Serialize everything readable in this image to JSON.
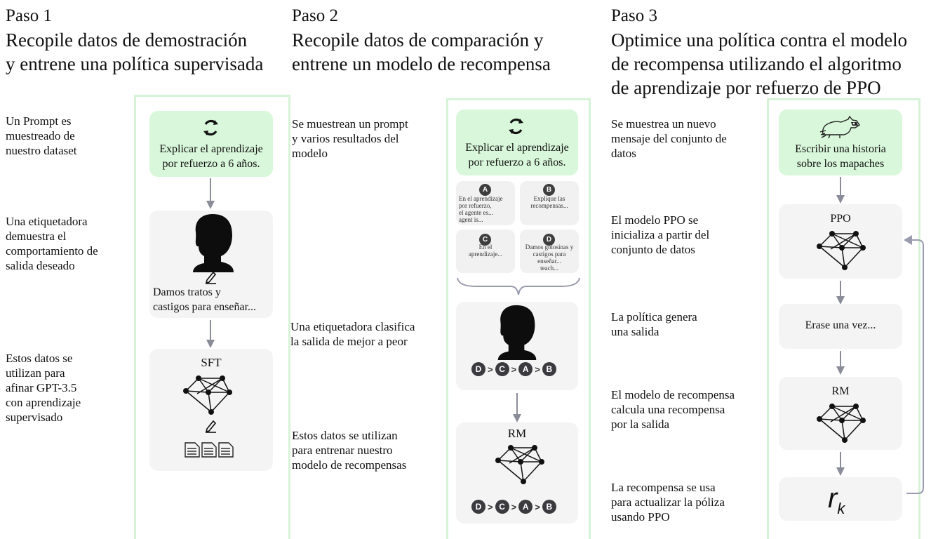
{
  "colors": {
    "frame": "#d6f3d8",
    "prompt_card": "#d9f7da",
    "card": "#f4f4f4",
    "arrow": "#8a8c98",
    "badge": "#3b3b3f"
  },
  "step1": {
    "label": "Paso 1",
    "title_line1": "Recopile datos de demostración",
    "title_line2": "y entrene una política supervisada",
    "desc1": "Un Prompt es\nmuestreado de\nnuestro  dataset",
    "desc2": "Una etiquetadora\ndemuestra el\ncomportamiento de\nsalida deseado",
    "desc3": "Estos datos se\nutilizan para\nafinar GPT-3.5\ncon aprendizaje\nsupervisado",
    "prompt_text": "Explicar el aprendizaje\npor refuerzo a 6 años.",
    "demo_text": "Damos tratos y\ncastigos para enseñar...",
    "model_label": "SFT",
    "icons": [
      "refresh-icon",
      "person-silhouette-icon",
      "pencil-icon",
      "network-icon",
      "document-icon"
    ]
  },
  "step2": {
    "label": "Paso 2",
    "title_line1": "Recopile datos de comparación y",
    "title_line2": "entrene un modelo de recompensa",
    "desc1": "Se muestrean un prompt\ny varios resultados del\n modelo",
    "desc2": "Una etiquetadora clasifica\nla salida de mejor a peor",
    "desc3": "Estos datos se utilizan\npara entrenar nuestro\nmodelo de recompensas",
    "prompt_text": "Explicar el aprendizaje\npor refuerzo a 6 años.",
    "outputs": [
      {
        "letter": "A",
        "text": "En el aprendizaje\npor refuerzo,\nel agente es...\nagent is..."
      },
      {
        "letter": "B",
        "text": "Explique las\nrecompensas..."
      },
      {
        "letter": "C",
        "text": "En el\naprendizaje..."
      },
      {
        "letter": "D",
        "text": "Damos golosinas y\ncastigos para\nenseñar...\nteach..."
      }
    ],
    "ranking": [
      "D",
      "C",
      "A",
      "B"
    ],
    "rank_separator": ">",
    "model_label": "RM"
  },
  "step3": {
    "label": "Paso 3",
    "title_line1": "Optimice una política contra el modelo",
    "title_line2": "de recompensa utilizando el algoritmo",
    "title_line3": "de aprendizaje por refuerzo de PPO",
    "desc1": "Se muestrea un nuevo\nmensaje del conjunto de\ndatos",
    "desc2": "El modelo PPO se\ninicializa a partir del\nconjunto de datos",
    "desc3": "La política genera\nuna salida",
    "desc4": "El modelo de recompensa\ncalcula una recompensa\npor la salida",
    "desc5": "La recompensa se usa\npara  actualizar la póliza\nusando PPO",
    "prompt_text": "Escribir una historia\nsobre los mapaches",
    "ppo_label": "PPO",
    "output_text": "Erase una vez...",
    "rm_label": "RM",
    "reward_symbol": "r",
    "reward_subscript": "k",
    "icons": [
      "raccoon-icon",
      "network-icon",
      "loop-arrow-icon"
    ]
  }
}
